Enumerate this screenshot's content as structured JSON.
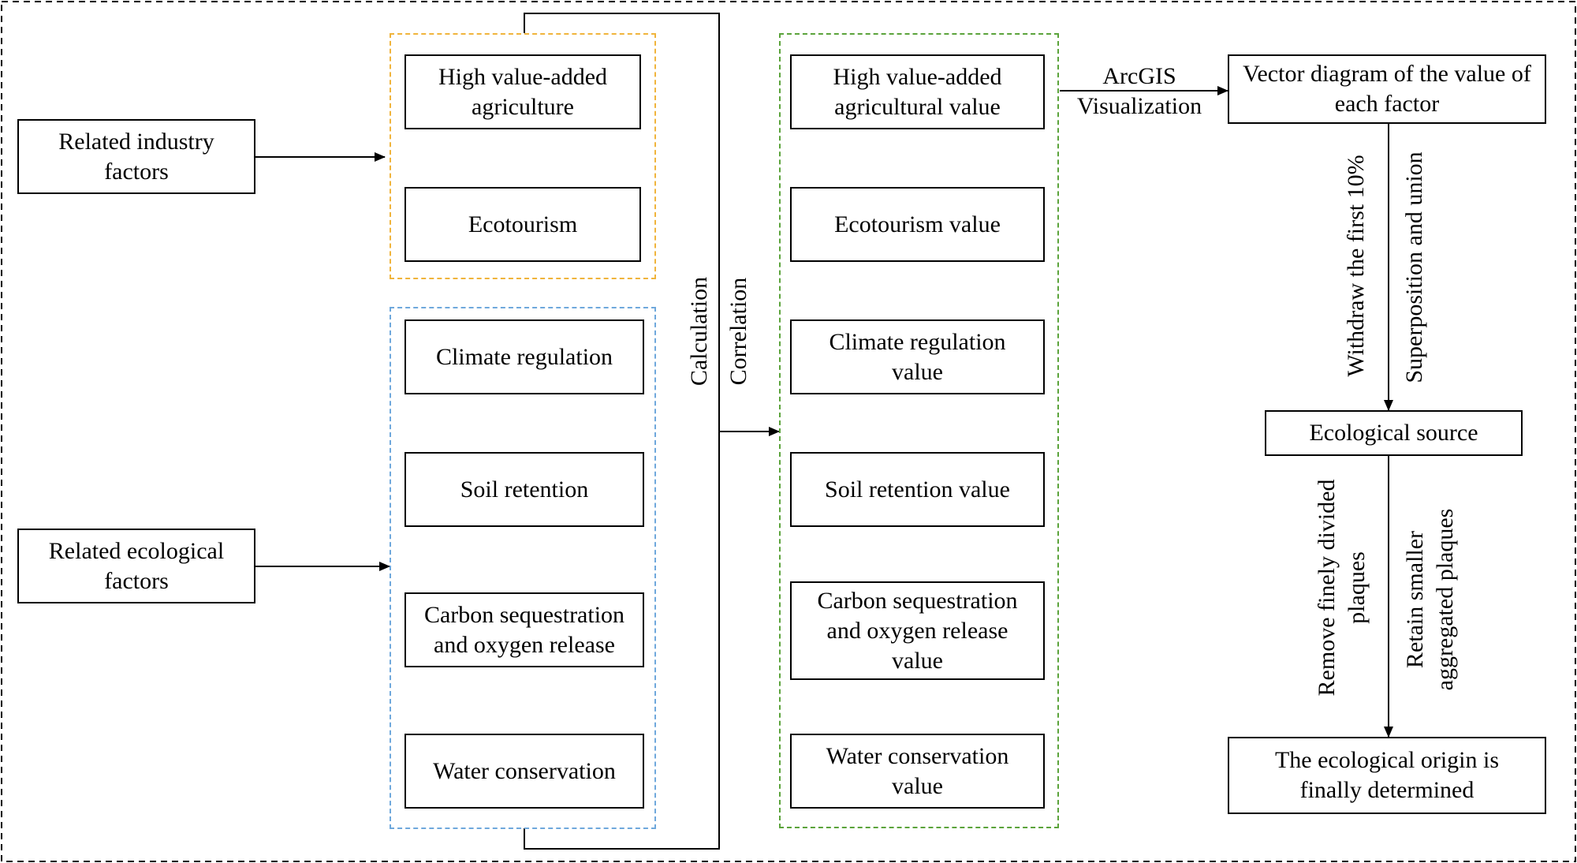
{
  "inputs": {
    "industry": "Related industry factors",
    "ecological": "Related ecological factors"
  },
  "factors": {
    "agriculture": "High value-added agriculture",
    "ecotourism": "Ecotourism",
    "climate": "Climate regulation",
    "soil": "Soil retention",
    "carbon": "Carbon sequestration and oxygen release",
    "water": "Water conservation"
  },
  "values": {
    "agriculture": "High value-added agricultural value",
    "ecotourism": "Ecotourism value",
    "climate": "Climate regulation value",
    "soil": "Soil retention value",
    "carbon": "Carbon sequestration and oxygen release value",
    "water": "Water conservation value"
  },
  "labels": {
    "calculation": "Calculation",
    "correlation": "Correlation",
    "arcgis": "ArcGIS",
    "visualization": "Visualization",
    "withdraw": "Withdraw the first 10%",
    "superposition": "Superposition and union",
    "remove": "Remove finely divided plaques",
    "retain": "Retain smaller aggregated plaques"
  },
  "outputs": {
    "vector": "Vector diagram of the value of each factor",
    "source": "Ecological source",
    "origin": "The ecological origin is finally determined"
  },
  "colors": {
    "industry_group": "#F0B43C",
    "ecological_group": "#6FA8DC",
    "value_group": "#5BA33B"
  }
}
